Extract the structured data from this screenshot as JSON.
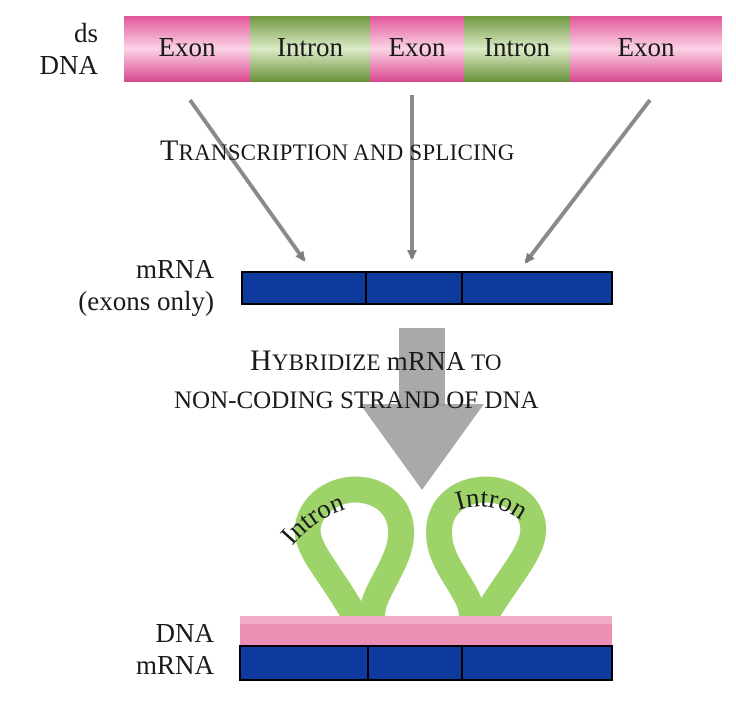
{
  "top_labels": {
    "ds": "ds",
    "dna": "DNA"
  },
  "dna_segments": [
    "Exon",
    "Intron",
    "Exon",
    "Intron",
    "Exon"
  ],
  "step1": {
    "first_letter": "T",
    "rest": "RANSCRIPTION AND SPLICING"
  },
  "mrna_label": {
    "line1": "mRNA",
    "line2": "(exons only)"
  },
  "step2": {
    "line1_first": "H",
    "line1_rest": "YBRIDIZE ",
    "line1_mrna": "mRNA",
    "line1_to": " TO",
    "line2": "NON-CODING STRAND OF DNA"
  },
  "loop_labels": [
    "Intron",
    "Intron"
  ],
  "bottom_labels": {
    "dna": "DNA",
    "mrna": "mRNA"
  },
  "colors": {
    "exon": "#e6559a",
    "intron": "#7ea14c",
    "mrna": "#0d3a9c",
    "loop": "#9ed36a",
    "dna_strand": "#ec8fb4",
    "arrow": "#8a8a8a"
  }
}
